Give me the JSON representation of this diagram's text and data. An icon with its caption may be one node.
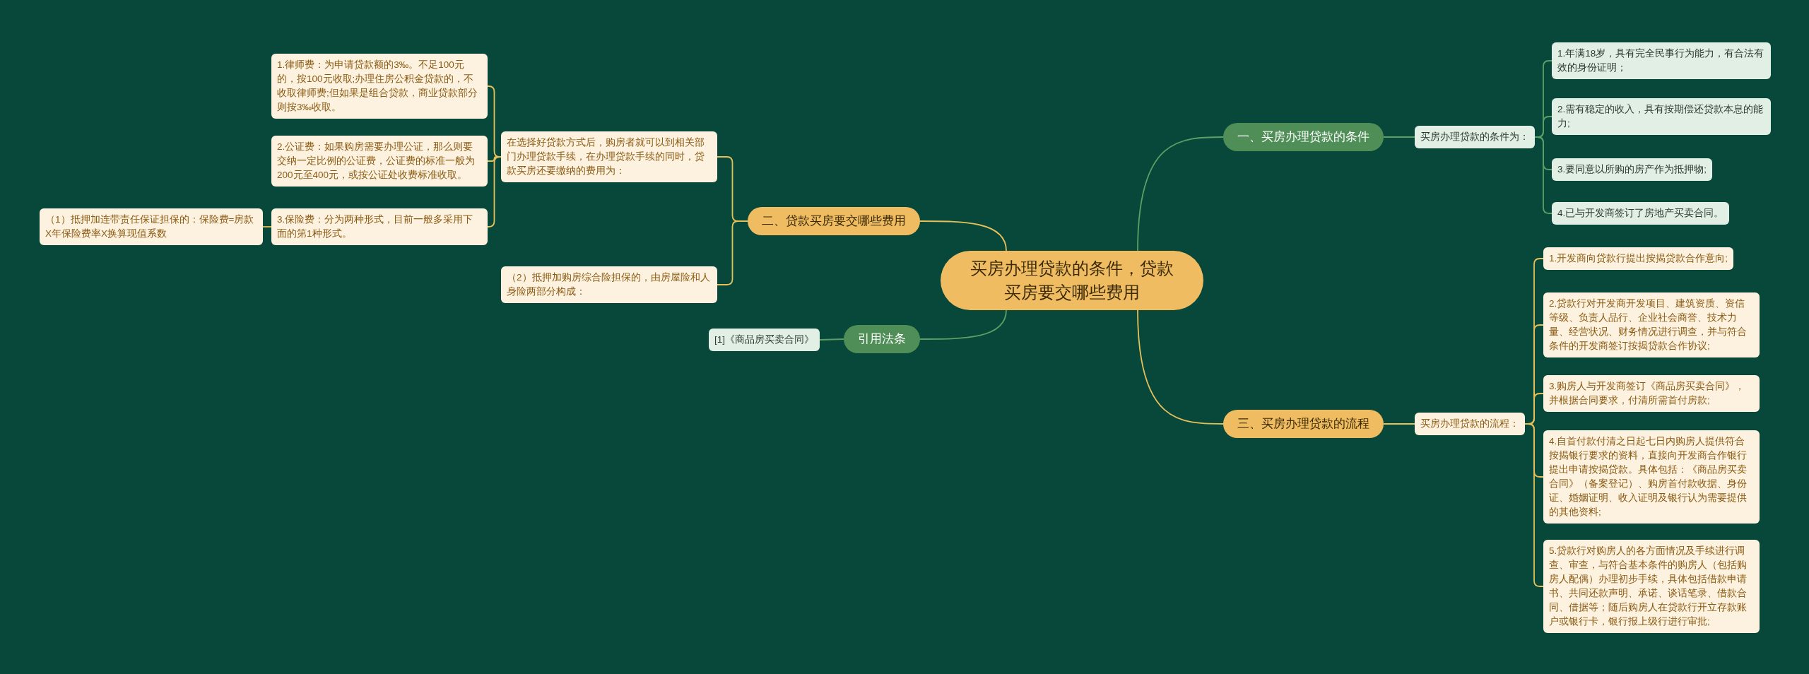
{
  "diagram": {
    "nodes": [
      {
        "text": [
          "买房办理贷款的条件，贷款买房要交哪些费用"
        ]
      },
      {
        "text": [
          "一、买房办理贷款的条件"
        ]
      },
      {
        "text": [
          "买房办理贷款的条件为："
        ]
      },
      {
        "text": [
          "1.年满18岁，具有完全民事行为能力，有合法有效的身份证明；"
        ]
      },
      {
        "text": [
          "2.需有稳定的收入，具有按期偿还贷款本息的能力;"
        ]
      },
      {
        "text": [
          "3.要同意以所购的房产作为抵押物;"
        ]
      },
      {
        "text": [
          "4.已与开发商签订了房地产买卖合同。"
        ]
      },
      {
        "text": [
          "三、买房办理贷款的流程"
        ]
      },
      {
        "text": [
          "买房办理贷款的流程："
        ]
      },
      {
        "text": [
          "1.开发商向贷款行提出按揭贷款合作意向;"
        ]
      },
      {
        "text": [
          "2.贷款行对开发商开发项目、建筑资质、资信等级、负责人品行、企业社会商誉、技术力量、经营状况、财务情况进行调查，并与符合条件的开发商签订按揭贷款合作协议;"
        ]
      },
      {
        "text": [
          "3.购房人与开发商签订《商品房买卖合同》，并根据合同要求，付清所需首付房款;"
        ]
      },
      {
        "text": [
          "4.自首付款付清之日起七日内购房人提供符合按揭银行要求的资料，直接向开发商合作银行提出申请按揭贷款。具体包括：《商品房买卖合同》（备案登记）、购房首付款收据、身份证、婚姻证明、收入证明及银行认为需要提供的其他资料;"
        ]
      },
      {
        "text": [
          "5.贷款行对购房人的各方面情况及手续进行调查、审查，与符合基本条件的购房人（包括购房人配偶）办理初步手续，具体包括借款申请书、共同还款声明、承诺、谈话笔录、借款合同、借据等；随后购房人在贷款行开立存款账户或银行卡，银行报上级行进行审批;"
        ]
      },
      {
        "text": [
          "二、贷款买房要交哪些费用"
        ]
      },
      {
        "text": [
          "在选择好贷款方式后，购房者就可以到相关部门办理贷款手续，在办理贷款手续的同时，贷款买房还要缴纳的费用为："
        ]
      },
      {
        "text": [
          "（2）抵押加购房综合险担保的，由房屋险和人身险两部分构成："
        ]
      },
      {
        "text": [
          "1.律师费：为申请贷款额的3‰。不足100元的，按100元收取;办理住房公积金贷款的，不收取律师费;但如果是组合贷款，商业贷款部分则按3‰收取。"
        ]
      },
      {
        "text": [
          "2.公证费：如果购房需要办理公证，那么则要交纳一定比例的公证费，公证费的标准一般为200元至400元，或按公证处收费标准收取。"
        ]
      },
      {
        "text": [
          "3.保险费：分为两种形式，目前一般多采用下面的第1种形式。"
        ]
      },
      {
        "text": [
          "（1）抵押加连带责任保证担保的：保险费=房款X年保险费率X换算现值系数"
        ]
      },
      {
        "text": [
          "引用法条"
        ]
      },
      {
        "text": [
          "[1]《商品房买卖合同》"
        ]
      }
    ],
    "edges": [
      {
        "from": 0,
        "to": 1,
        "arrow": "none",
        "color": "#5e9f66"
      },
      {
        "from": 1,
        "to": 2,
        "arrow": "none",
        "color": "#5e9f66"
      },
      {
        "from": 2,
        "to": 3,
        "arrow": "none",
        "color": "#5e9f66"
      },
      {
        "from": 2,
        "to": 4,
        "arrow": "none",
        "color": "#5e9f66"
      },
      {
        "from": 2,
        "to": 5,
        "arrow": "none",
        "color": "#5e9f66"
      },
      {
        "from": 2,
        "to": 6,
        "arrow": "none",
        "color": "#5e9f66"
      },
      {
        "from": 0,
        "to": 7,
        "arrow": "none"
      },
      {
        "from": 7,
        "to": 8,
        "arrow": "none"
      },
      {
        "from": 8,
        "to": 9,
        "arrow": "none"
      },
      {
        "from": 8,
        "to": 10,
        "arrow": "none"
      },
      {
        "from": 8,
        "to": 11,
        "arrow": "none"
      },
      {
        "from": 8,
        "to": 12,
        "arrow": "none"
      },
      {
        "from": 8,
        "to": 13,
        "arrow": "none"
      },
      {
        "from": 0,
        "to": 14,
        "arrow": "none"
      },
      {
        "from": 14,
        "to": 15,
        "arrow": "none"
      },
      {
        "from": 14,
        "to": 16,
        "arrow": "none"
      },
      {
        "from": 15,
        "to": 17,
        "arrow": "none"
      },
      {
        "from": 15,
        "to": 18,
        "arrow": "none"
      },
      {
        "from": 15,
        "to": 19,
        "arrow": "none"
      },
      {
        "from": 19,
        "to": 20,
        "arrow": "none"
      },
      {
        "from": 0,
        "to": 21,
        "arrow": "none",
        "color": "#5e9f66"
      },
      {
        "from": 21,
        "to": 22,
        "arrow": "none",
        "color": "#5e9f66"
      }
    ]
  }
}
